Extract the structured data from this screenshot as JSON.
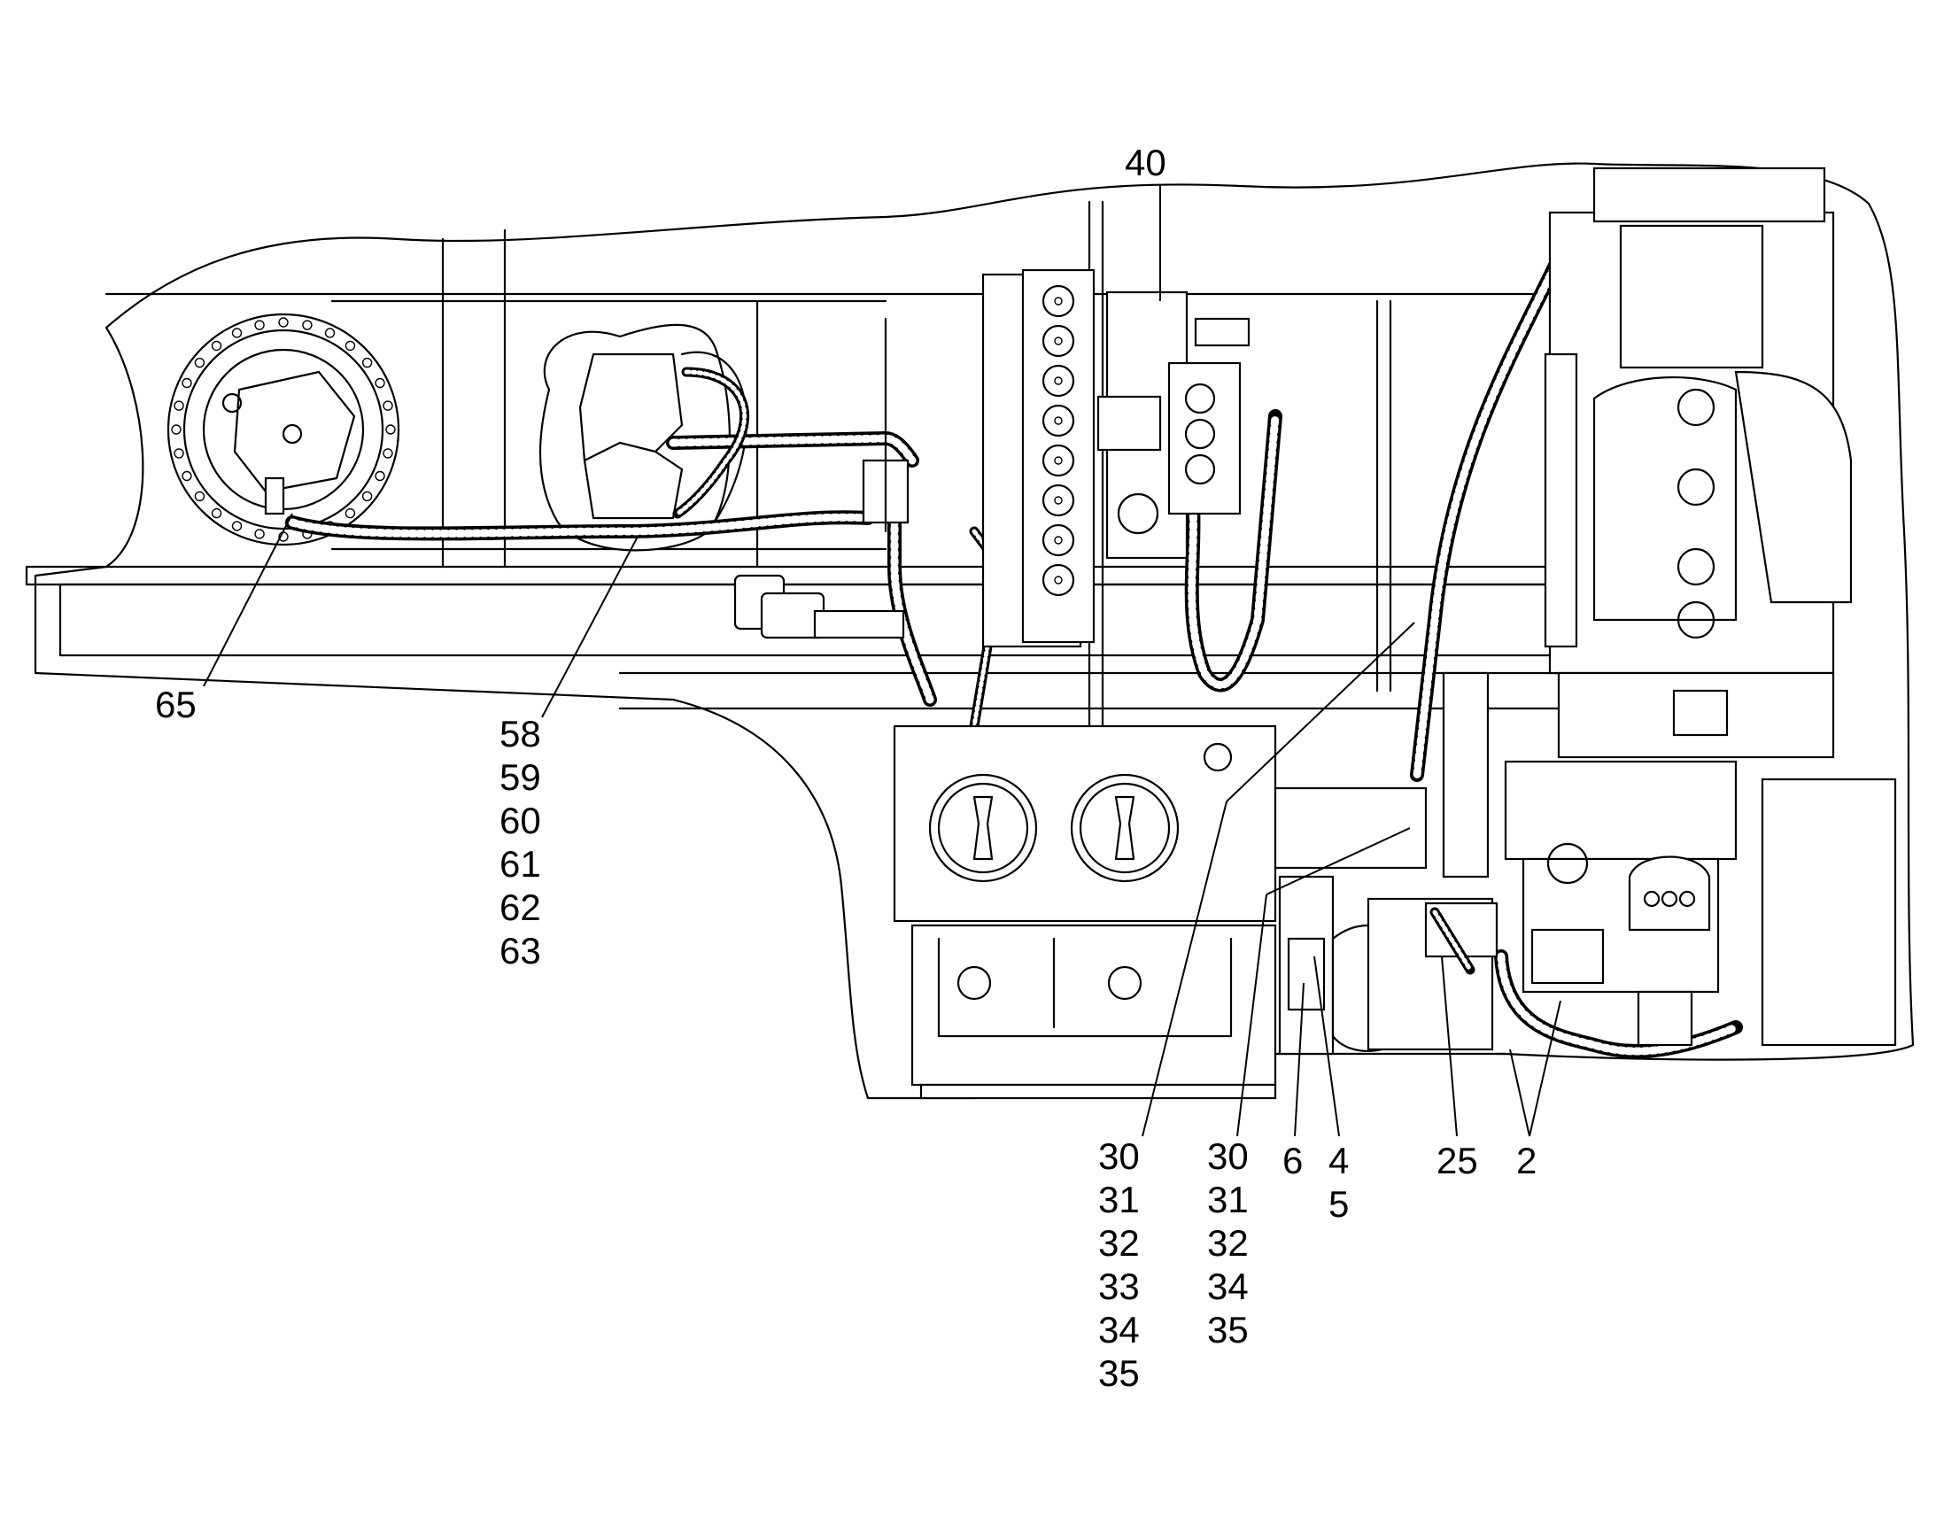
{
  "callouts": {
    "c65": [
      "65"
    ],
    "c58": [
      "58",
      "59",
      "60",
      "61",
      "62",
      "63"
    ],
    "c40": [
      "40"
    ],
    "c30a": [
      "30",
      "31",
      "32",
      "33",
      "34",
      "35"
    ],
    "c30b": [
      "30",
      "31",
      "32",
      "34",
      "35"
    ],
    "c6": [
      "6"
    ],
    "c4": [
      "4",
      "5"
    ],
    "c25": [
      "25"
    ],
    "c2": [
      "2"
    ]
  }
}
